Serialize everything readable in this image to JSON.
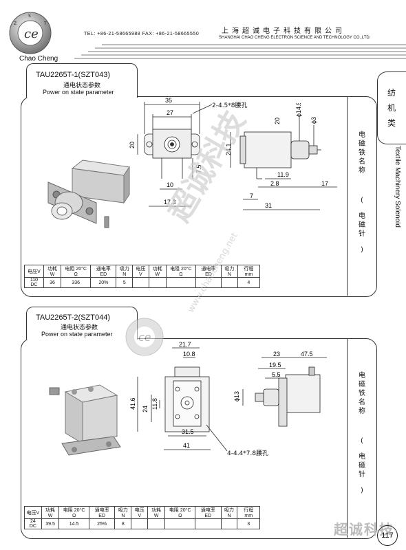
{
  "header": {
    "brand": "Chao Cheng",
    "contact": "TEL: +86-21-58665988  FAX: +86-21-58665550",
    "company_cn": "上海超诚电子科技有限公司",
    "company_en": "SHANGHAI CHAO CHENG ELECTRON SCIENCE AND TECHNOLOGY CO.,LTD."
  },
  "side_tab": {
    "category_cn": "纺机类",
    "category_en": "Textile Machinery Solenoid"
  },
  "column_headers": [
    "电压V",
    "功耗W",
    "电阻 20°C Ω",
    "通电率 ED",
    "吸力N",
    "电压V",
    "功耗W",
    "电阻 20°C Ω",
    "通电率 ED",
    "吸力N",
    "行程 mm"
  ],
  "product1": {
    "model": "TAU2265T-1(SZT043)",
    "sub_cn": "通电状态参数",
    "sub_en": "Power on state parameter",
    "vertical_label": [
      "电",
      "磁",
      "铁",
      "名",
      "称",
      "",
      "(",
      "",
      "电",
      "磁",
      "针",
      "",
      "）"
    ],
    "row": [
      "110 DC",
      "36",
      "336",
      "20%",
      "5",
      "",
      "",
      "",
      "",
      "",
      "4"
    ],
    "dims": {
      "d35": "35",
      "d27": "27",
      "slot": "2-4.5*8腰孔",
      "d20": "20",
      "d75": "7.5",
      "d10": "10",
      "d173": "17.3",
      "d20b": "20",
      "phi145": "ϕ14.5",
      "phi3": "ϕ3",
      "d241": "24.1",
      "d119": "11.9",
      "d28": "2.8",
      "d17": "17",
      "d7": "7",
      "d31": "31"
    }
  },
  "product2": {
    "model": "TAU2265T-2(SZT044)",
    "sub_cn": "通电状态参数",
    "sub_en": "Power on state parameter",
    "row": [
      "24 DC",
      "39.5",
      "14.5",
      "25%",
      "8",
      "",
      "",
      "",
      "",
      "",
      "3"
    ],
    "dims": {
      "d217": "21.7",
      "d108": "10.8",
      "d416": "41.6",
      "d24": "24",
      "d118": "11.8",
      "d315": "31.5",
      "d41": "41",
      "slot": "4-4.4*7.8腰孔",
      "d23": "23",
      "d475": "47.5",
      "d195": "19.5",
      "d55": "5.5",
      "phi13": "ϕ13"
    }
  },
  "watermark": {
    "cn": "超诚科技",
    "url": "www.chaocheng.net"
  },
  "footer": {
    "page_number": "117",
    "watermark": "超诚科技"
  }
}
